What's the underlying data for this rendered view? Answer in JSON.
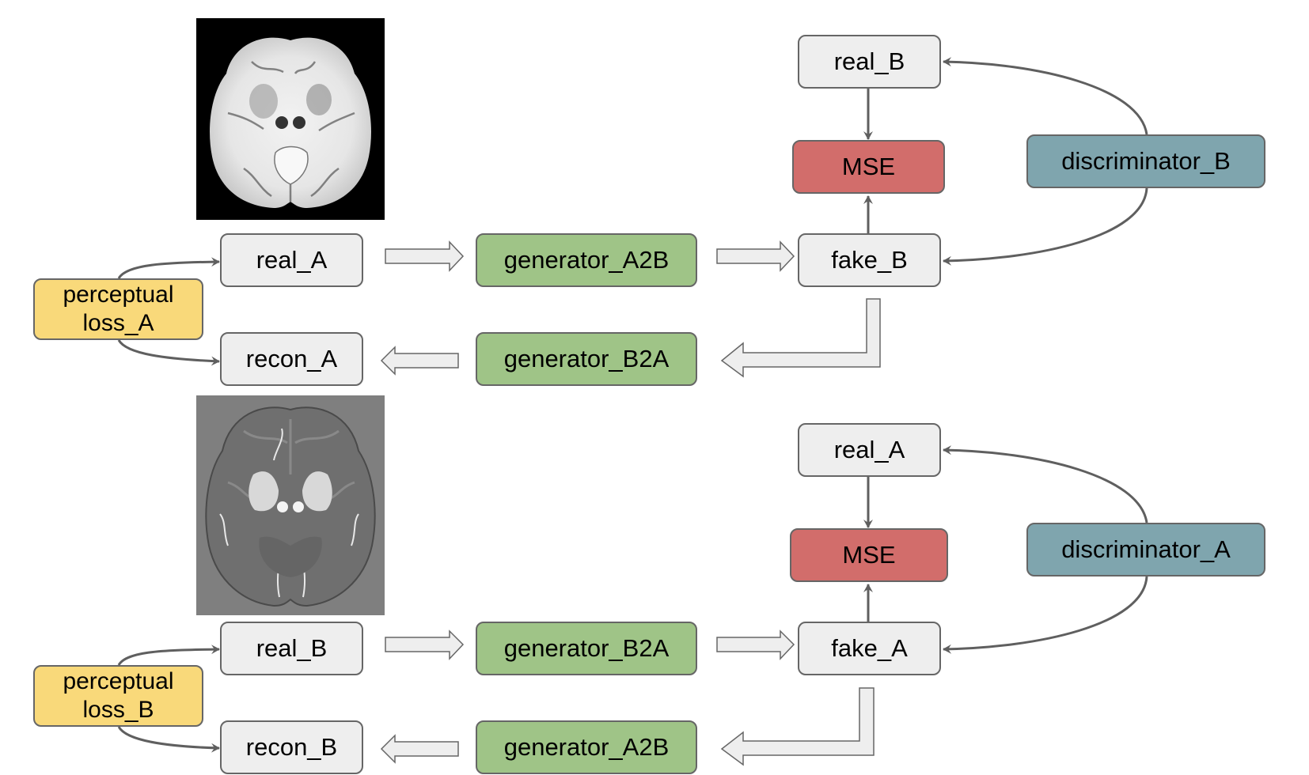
{
  "colors": {
    "data_node": "#eeeeee",
    "generator": "#9fc487",
    "loss_mse": "#d26d6b",
    "discriminator": "#7fa5ae",
    "perceptual_loss": "#f9d97a",
    "edge": "#5f5f5f",
    "block_arrow_fill": "#eeeeee"
  },
  "top_cycle": {
    "image": {
      "label": "brain-image-domain-A",
      "style": "dark background, bright tissue (magnitude)"
    },
    "real": "real_A",
    "generator_forward": "generator_A2B",
    "fake": "fake_B",
    "generator_backward": "generator_B2A",
    "recon": "recon_A",
    "perceptual_loss": {
      "line1": "perceptual",
      "line2": "loss_A"
    },
    "mse": "MSE",
    "real_target": "real_B",
    "discriminator": "discriminator_B"
  },
  "bottom_cycle": {
    "image": {
      "label": "brain-image-domain-B",
      "style": "gray background, phase/susceptibility map"
    },
    "real": "real_B",
    "generator_forward": "generator_B2A",
    "fake": "fake_A",
    "generator_backward": "generator_A2B",
    "recon": "recon_B",
    "perceptual_loss": {
      "line1": "perceptual",
      "line2": "loss_B"
    },
    "mse": "MSE",
    "real_target": "real_A",
    "discriminator": "discriminator_A"
  }
}
